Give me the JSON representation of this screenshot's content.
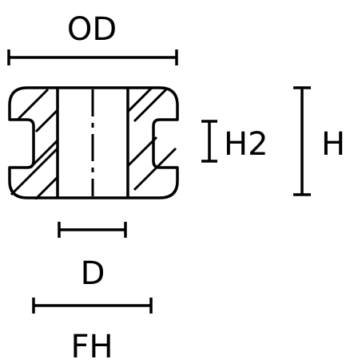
{
  "labels": {
    "od": "OD",
    "h2": "H2",
    "h": "H",
    "d": "D",
    "fh": "FH"
  },
  "colors": {
    "ink": "#000000",
    "background": "#ffffff"
  }
}
